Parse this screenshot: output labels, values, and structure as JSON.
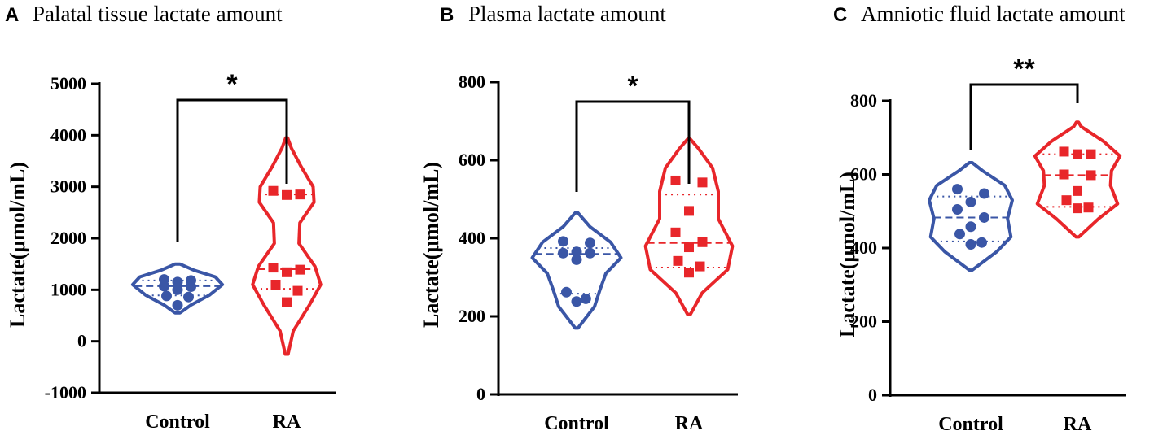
{
  "chart_data": [
    {
      "type": "violin",
      "panel_letter": "A",
      "title": "Palatal tissue lactate amount",
      "ylabel": "Lactate(μmol/mL)",
      "ylim": [
        -1000,
        5000
      ],
      "yticks": [
        -1000,
        0,
        1000,
        2000,
        3000,
        4000,
        5000
      ],
      "categories": [
        "Control",
        "RA"
      ],
      "significance": "*",
      "series": [
        {
          "name": "Control",
          "color": "#3a56a6",
          "marker": "circle",
          "values": [
            1200,
            1180,
            1150,
            1070,
            1060,
            1000,
            880,
            860,
            700
          ],
          "median": 1070,
          "q1": 890,
          "q3": 1180,
          "violin": [
            [
              550,
              0.05
            ],
            [
              700,
              0.28
            ],
            [
              900,
              0.68
            ],
            [
              1100,
              0.95
            ],
            [
              1250,
              0.8
            ],
            [
              1380,
              0.35
            ],
            [
              1500,
              0.05
            ]
          ]
        },
        {
          "name": "RA",
          "color": "#e8262a",
          "marker": "square",
          "values": [
            2920,
            2850,
            2840,
            1430,
            1390,
            1340,
            1100,
            980,
            760
          ],
          "median": 1400,
          "q1": 1020,
          "q3": 2850,
          "violin": [
            [
              -250,
              0.03
            ],
            [
              200,
              0.14
            ],
            [
              700,
              0.48
            ],
            [
              1100,
              0.72
            ],
            [
              1450,
              0.6
            ],
            [
              1900,
              0.26
            ],
            [
              2300,
              0.28
            ],
            [
              2700,
              0.58
            ],
            [
              3000,
              0.56
            ],
            [
              3400,
              0.3
            ],
            [
              3750,
              0.1
            ],
            [
              3950,
              0.02
            ]
          ]
        }
      ]
    },
    {
      "type": "violin",
      "panel_letter": "B",
      "title": "Plasma lactate amount",
      "ylabel": "Lactate(μmol/mL)",
      "ylim": [
        0,
        800
      ],
      "yticks": [
        0,
        200,
        400,
        600,
        800
      ],
      "categories": [
        "Control",
        "RA"
      ],
      "significance": "*",
      "series": [
        {
          "name": "Control",
          "color": "#3a56a6",
          "marker": "circle",
          "values": [
            392,
            388,
            365,
            362,
            362,
            345,
            262,
            245,
            238
          ],
          "median": 360,
          "q1": 258,
          "q3": 375,
          "violin": [
            [
              170,
              0.03
            ],
            [
              225,
              0.38
            ],
            [
              270,
              0.5
            ],
            [
              310,
              0.62
            ],
            [
              350,
              0.94
            ],
            [
              390,
              0.72
            ],
            [
              430,
              0.28
            ],
            [
              465,
              0.03
            ]
          ]
        },
        {
          "name": "RA",
          "color": "#e8262a",
          "marker": "square",
          "values": [
            548,
            543,
            470,
            415,
            390,
            377,
            342,
            328,
            312
          ],
          "median": 388,
          "q1": 325,
          "q3": 512,
          "violin": [
            [
              205,
              0.03
            ],
            [
              260,
              0.28
            ],
            [
              320,
              0.82
            ],
            [
              380,
              0.92
            ],
            [
              450,
              0.62
            ],
            [
              520,
              0.62
            ],
            [
              580,
              0.5
            ],
            [
              630,
              0.2
            ],
            [
              655,
              0.02
            ]
          ]
        }
      ]
    },
    {
      "type": "violin",
      "panel_letter": "C",
      "title": "Amniotic fluid lactate amount",
      "ylabel": "Lactate(μmol/mL)",
      "ylim": [
        0,
        800
      ],
      "yticks": [
        0,
        200,
        400,
        600,
        800
      ],
      "categories": [
        "Control",
        "RA"
      ],
      "significance": "**",
      "series": [
        {
          "name": "Control",
          "color": "#3a56a6",
          "marker": "circle",
          "values": [
            560,
            548,
            525,
            505,
            483,
            458,
            438,
            415,
            410
          ],
          "median": 483,
          "q1": 418,
          "q3": 540,
          "violin": [
            [
              340,
              0.03
            ],
            [
              390,
              0.55
            ],
            [
              430,
              0.85
            ],
            [
              480,
              0.78
            ],
            [
              530,
              0.88
            ],
            [
              570,
              0.72
            ],
            [
              610,
              0.25
            ],
            [
              632,
              0.03
            ]
          ]
        },
        {
          "name": "RA",
          "color": "#e8262a",
          "marker": "square",
          "values": [
            662,
            655,
            655,
            600,
            598,
            555,
            530,
            510,
            508
          ],
          "median": 598,
          "q1": 512,
          "q3": 655,
          "violin": [
            [
              430,
              0.03
            ],
            [
              480,
              0.45
            ],
            [
              520,
              0.85
            ],
            [
              570,
              0.7
            ],
            [
              610,
              0.72
            ],
            [
              650,
              0.9
            ],
            [
              690,
              0.55
            ],
            [
              730,
              0.08
            ],
            [
              742,
              0.02
            ]
          ]
        }
      ]
    }
  ]
}
